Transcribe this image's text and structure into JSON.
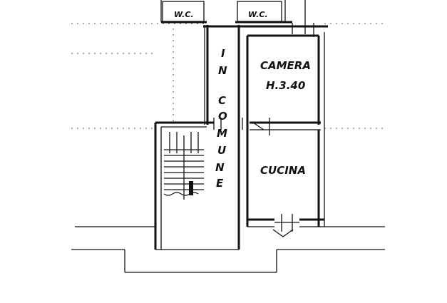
{
  "rooms": {
    "wc_left": "W.C.",
    "wc_right": "W.C.",
    "camera": "CAMERA",
    "camera_height": "H.3.40",
    "cucina": "CUCINA",
    "in_comune": [
      "I",
      "N",
      "C",
      "O",
      "M",
      "U",
      "N",
      "E"
    ]
  },
  "colors": {
    "ink": "#111111",
    "background": "#ffffff"
  }
}
